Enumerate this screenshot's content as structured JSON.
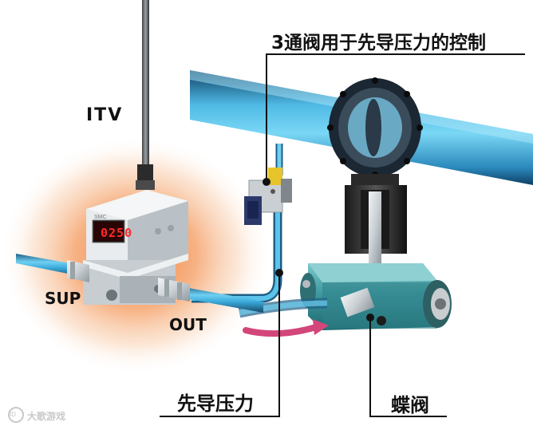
{
  "labels": {
    "title": "3通阀用于先导压力的控制",
    "itv": "ITV",
    "sup": "SUP",
    "out": "OUT",
    "pilot_pressure": "先导压力",
    "butterfly_valve": "蝶阀"
  },
  "device": {
    "display_value": "0250",
    "brand_mark": "SMC"
  },
  "watermark": {
    "text": "大歌游戏",
    "logo_text": "ID"
  },
  "colors": {
    "pipe_blue": "#3aa9d9",
    "actuator_teal": "#3f9aa0",
    "glow_orange": "#f08040",
    "arrow_magenta": "#d2467a",
    "display_red": "#ff2b2b"
  }
}
